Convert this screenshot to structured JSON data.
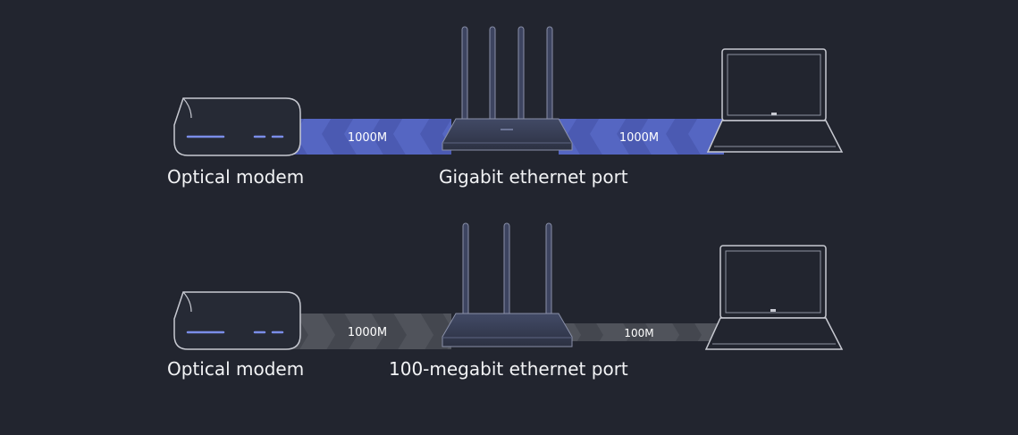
{
  "rows": [
    {
      "modem_label": "Optical modem",
      "router_label": "Gigabit ethernet port",
      "link_in_speed": "1000M",
      "link_out_speed": "1000M",
      "router_antennas": 4,
      "link_color": "#4e5db4"
    },
    {
      "modem_label": "Optical modem",
      "router_label": "100-megabit ethernet port",
      "link_in_speed": "1000M",
      "link_out_speed": "100M",
      "router_antennas": 3,
      "link_color": "#4a4d55"
    }
  ],
  "colors": {
    "background": "#22252f",
    "outline": "#c8cad2",
    "modem_led": "#7a8de8",
    "router_body": "#3b4258"
  }
}
